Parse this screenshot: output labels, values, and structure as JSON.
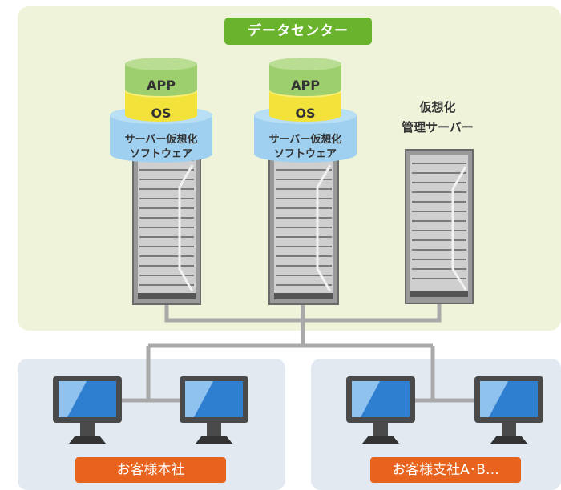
{
  "datacenter": {
    "title": "データセンター",
    "hosts": [
      {
        "app": "APP",
        "os": "OS",
        "virt_line1": "サーバー仮想化",
        "virt_line2": "ソフトウェア"
      },
      {
        "app": "APP",
        "os": "OS",
        "virt_line1": "サーバー仮想化",
        "virt_line2": "ソフトウェア"
      }
    ],
    "mgmt": {
      "line1": "仮想化",
      "line2": "管理サーバー"
    }
  },
  "offices": {
    "headquarters": {
      "label": "お客様本社"
    },
    "branches": {
      "label": "お客様支社A･B…"
    }
  },
  "colors": {
    "dc_panel": "#eef3da",
    "office_panel": "#e2e9f1",
    "title_green": "#6ab42d",
    "label_orange": "#e8641e",
    "app_layer": "#9ecf6f",
    "os_layer": "#f2e23a",
    "virt_layer": "#9fd0ef",
    "wire": "#a9a9a9",
    "screen": "#2f7fd0"
  }
}
